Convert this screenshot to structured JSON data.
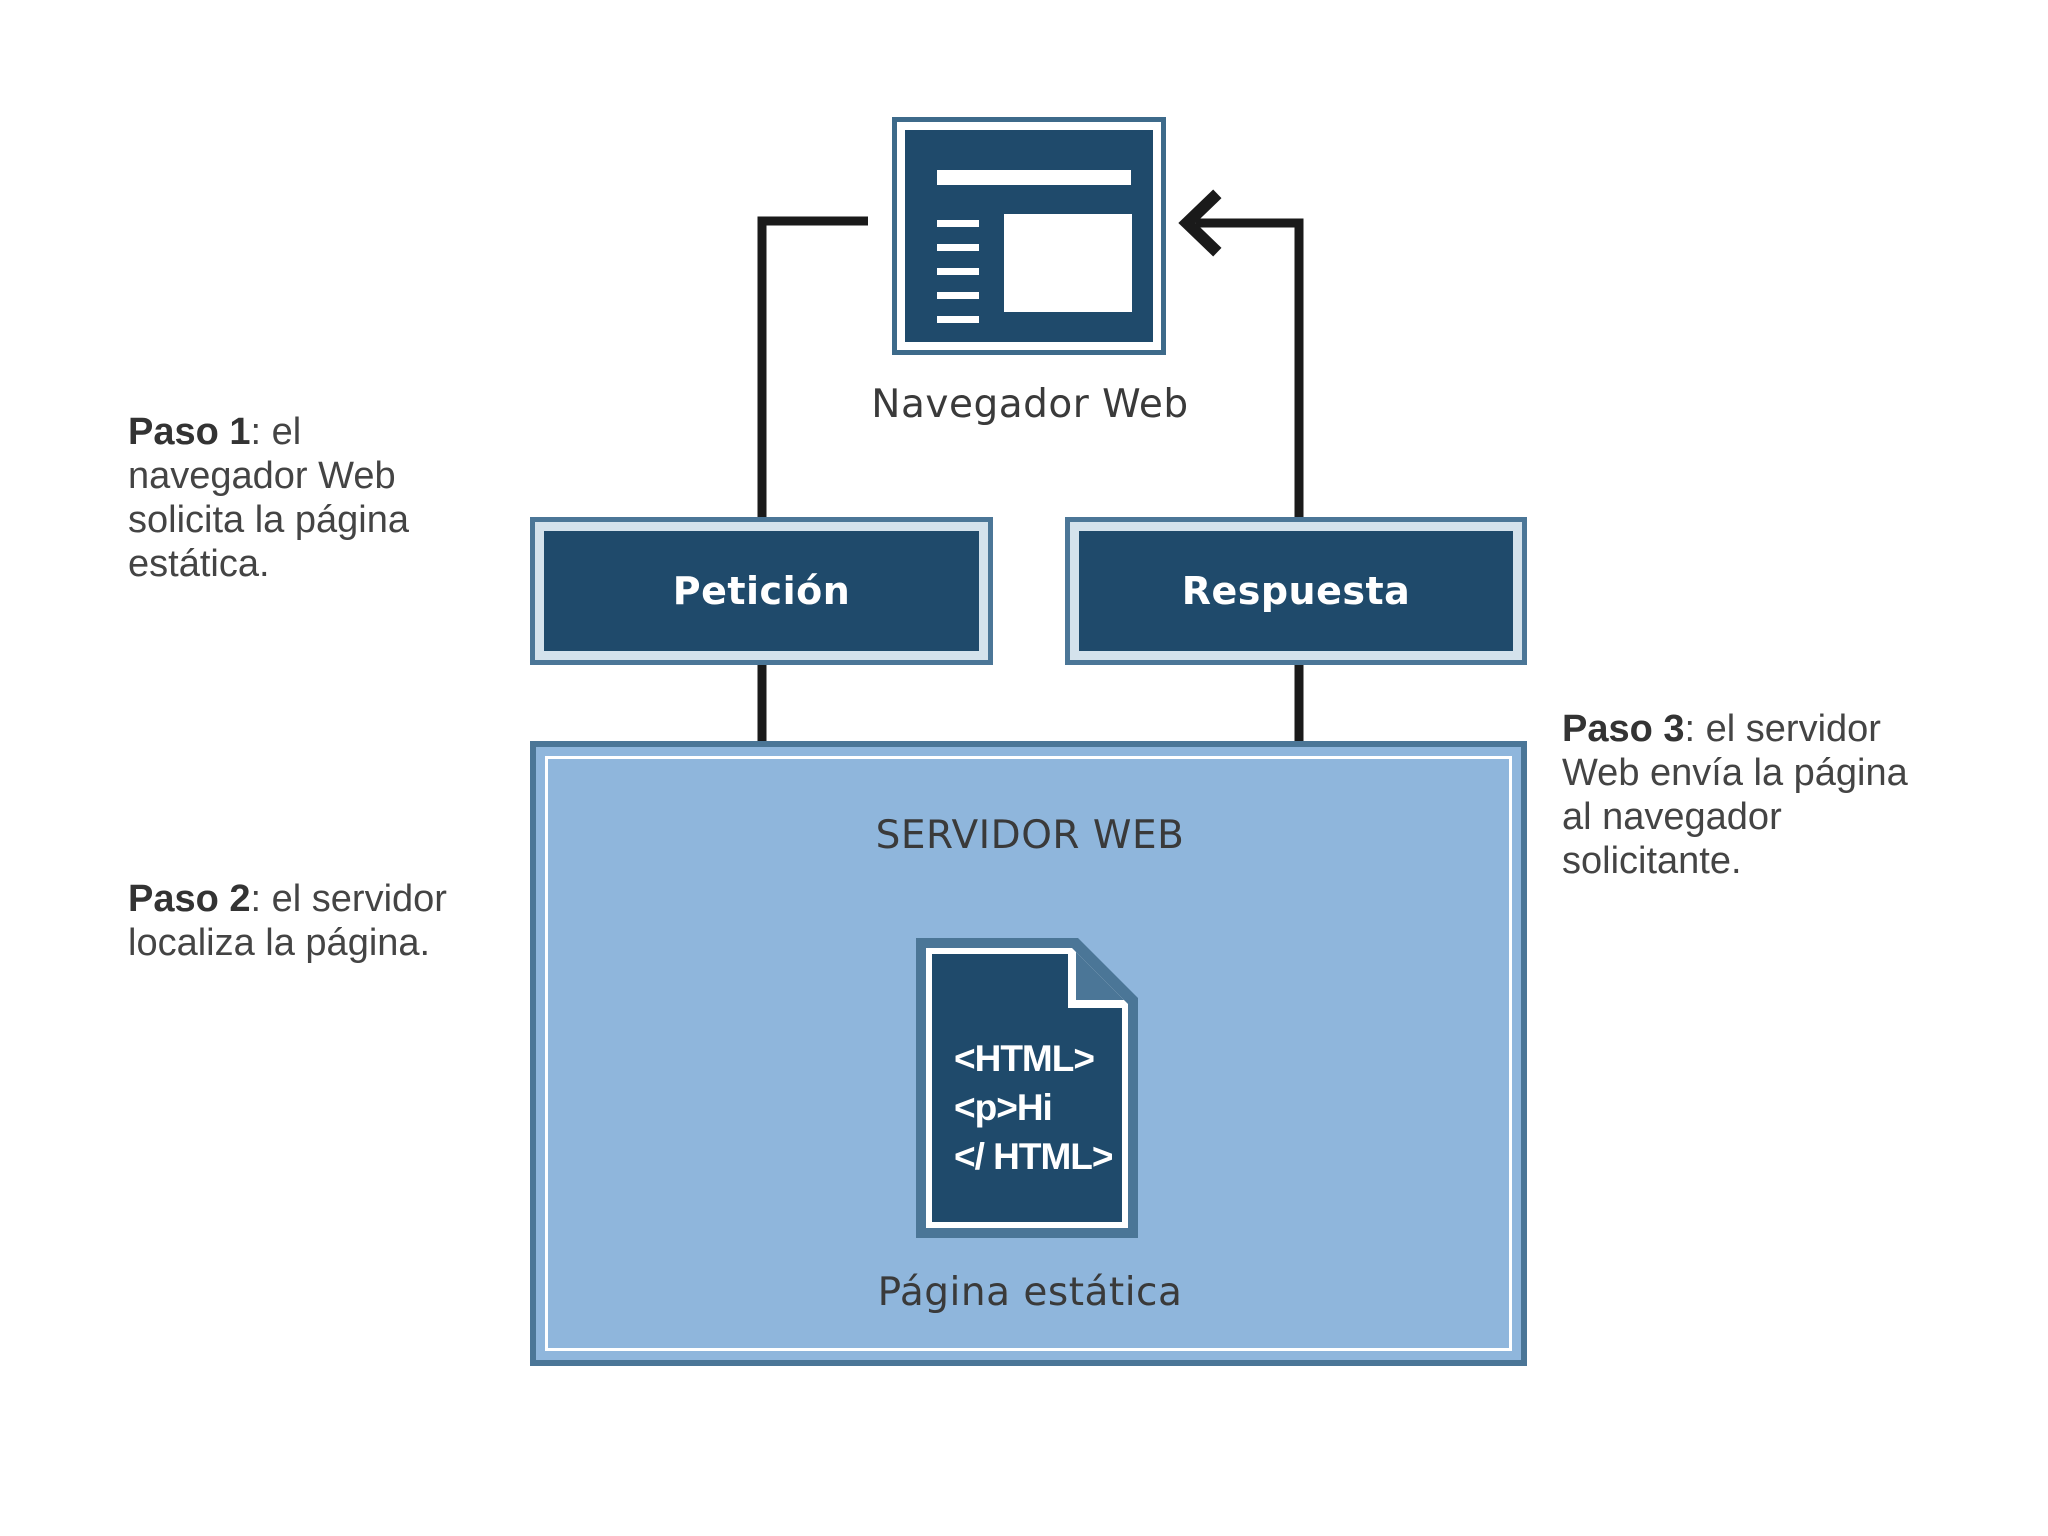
{
  "diagram": {
    "browser": {
      "icon": "web-browser-window-icon",
      "label": "Navegador Web"
    },
    "request": {
      "label": "Petición"
    },
    "response": {
      "label": "Respuesta"
    },
    "server": {
      "title": "SERVIDOR WEB",
      "page_label": "Página estática",
      "page_icon": "html-document-icon",
      "code_lines": [
        "<HTML>",
        "<p>Hi",
        "</ HTML>"
      ]
    },
    "steps": [
      {
        "title": "Paso 1",
        "text_lines": [
          ": el",
          "navegador Web",
          "solicita la página",
          "estática."
        ]
      },
      {
        "title": "Paso 2",
        "text_lines": [
          ": el servidor",
          "localiza la página."
        ]
      },
      {
        "title": "Paso 3",
        "text_lines": [
          ": el servidor",
          "Web envía la página",
          "al navegador",
          "solicitante."
        ]
      }
    ],
    "colors": {
      "dark_blue": "#1f4a6b",
      "mid_blue": "#4b7697",
      "light_blue": "#8fb6dc",
      "arrow": "#1a1a1a"
    }
  }
}
